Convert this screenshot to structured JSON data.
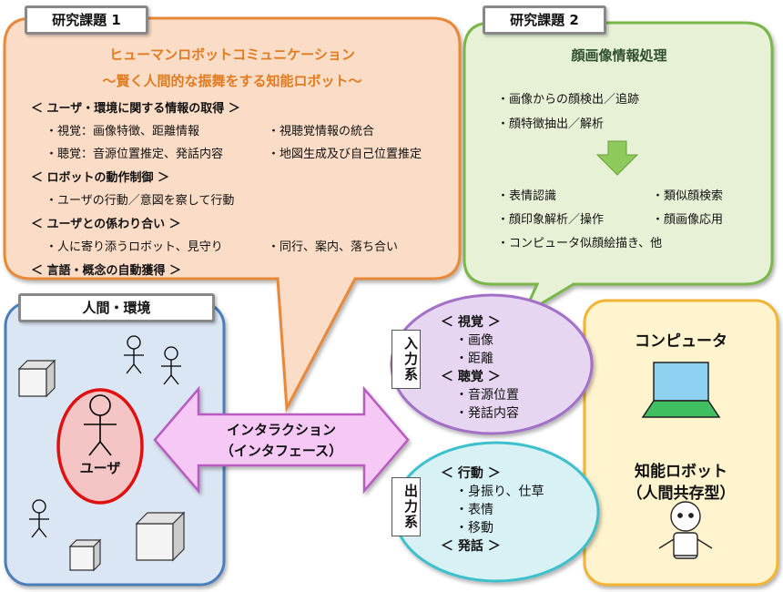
{
  "project1": {
    "tag": "研究課題 1",
    "title": "ヒューマンロボットコミュニケーション",
    "subtitle": "～賢く人間的な振舞をする知能ロボット～",
    "sec1": "＜ ユーザ・環境に関する情報の取得 ＞",
    "sec1_l1": "・視覚：画像特徴、距離情報",
    "sec1_r1": "・視聴覚情報の統合",
    "sec1_l2": "・聴覚：音源位置推定、発話内容",
    "sec1_r2": "・地図生成及び自己位置推定",
    "sec2": "＜ ロボットの動作制御 ＞",
    "sec2_l1": "・ユーザの行動／意図を察して行動",
    "sec3": "＜ ユーザとの係わり合い ＞",
    "sec3_l1": "・人に寄り添うロボット、見守り",
    "sec3_r1": "・同行、案内、落ち合い",
    "sec4": "＜ 言語・概念の自動獲得 ＞"
  },
  "project2": {
    "tag": "研究課題 2",
    "title": "顔画像情報処理",
    "item1": "・画像からの顔検出／追跡",
    "item2": "・顔特徴抽出／解析",
    "item3": "・表情認識",
    "item4": "・類似顔検索",
    "item5": "・顔印象解析／操作",
    "item6": "・顔画像応用",
    "item7": "・コンピュータ似顔絵描き、他"
  },
  "human_env": {
    "tag": "人間・環境",
    "user": "ユーザ"
  },
  "interaction": {
    "line1": "インタラクション",
    "line2": "（インタフェース）"
  },
  "input": {
    "tag": "入力系",
    "vision": "＜ 視覚 ＞",
    "v1": "・画像",
    "v2": "・距離",
    "hearing": "＜ 聴覚 ＞",
    "h1": "・音源位置",
    "h2": "・発話内容"
  },
  "output": {
    "tag": "出力系",
    "action": "＜ 行動 ＞",
    "a1": "・身振り、仕草",
    "a2": "・表情",
    "a3": "・移動",
    "speech": "＜ 発話 ＞"
  },
  "computer_box": {
    "computer": "コンピュータ",
    "robot_line1": "知能ロボット",
    "robot_line2": "（人間共存型）"
  },
  "colors": {
    "orange_border": "#e8883a",
    "orange_fill": "#fbdcc6",
    "green_border": "#7ab648",
    "green_fill": "#e6f1d6",
    "blue_border": "#4a7ebb",
    "blue_fill": "#dbe6f5",
    "purple_border": "#a36fc8",
    "purple_fill": "#e6d6f1",
    "cyan_border": "#3cc0cc",
    "cyan_fill": "#d7f1f4",
    "yellow_border": "#f2b430",
    "yellow_fill": "#fff4ce",
    "arrow_fill": "#f5c8f5",
    "arrow_border": "#b85cc0",
    "user_fill": "#f5c4c4",
    "user_border": "#e01010",
    "down_arrow": "#8ec95c",
    "laptop_screen": "#8fd1f0",
    "laptop_base": "#3fbf5f"
  }
}
